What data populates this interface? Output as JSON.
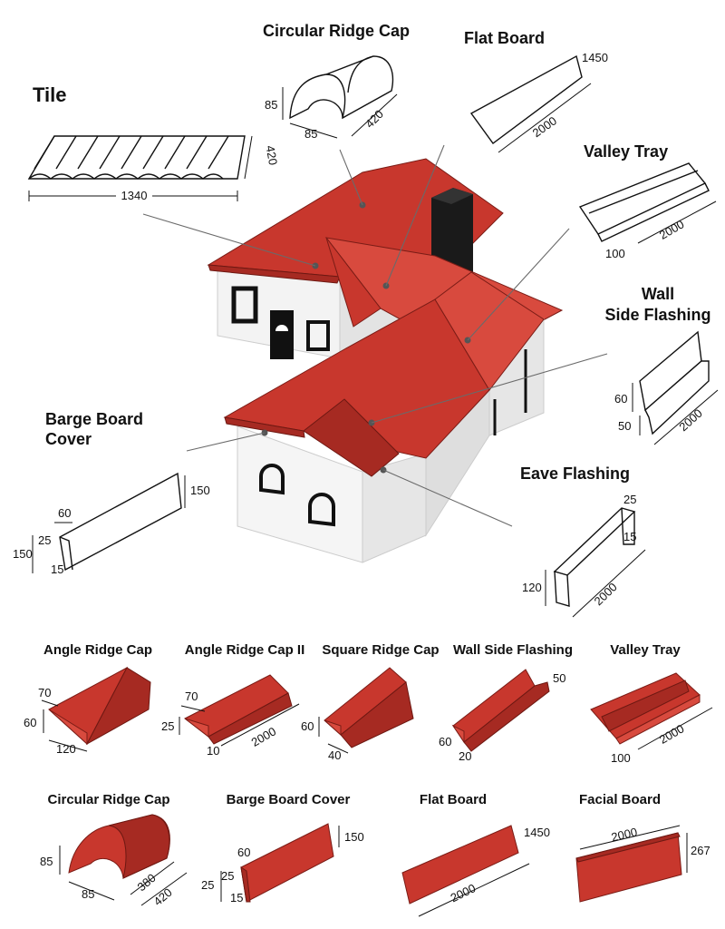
{
  "callouts": {
    "tile": {
      "label": "Tile",
      "dim_length": "1340",
      "dim_width": "420"
    },
    "circular_ridge_cap": {
      "label": "Circular Ridge Cap",
      "dim_h": "85",
      "dim_w": "85",
      "dim_l": "420"
    },
    "flat_board": {
      "label": "Flat Board",
      "dim_w": "1450",
      "dim_l": "2000"
    },
    "valley_tray": {
      "label": "Valley Tray",
      "dim_w": "100",
      "dim_l": "2000"
    },
    "wall_side_flashing": {
      "label_line1": "Wall",
      "label_line2": "Side Flashing",
      "dim_a": "60",
      "dim_b": "50",
      "dim_l": "2000"
    },
    "barge_board_cover": {
      "label_line1": "Barge Board",
      "label_line2": "Cover",
      "dim_top": "150",
      "dim_60": "60",
      "dim_25": "25",
      "dim_150": "150",
      "dim_15": "15"
    },
    "eave_flashing": {
      "label": "Eave Flashing",
      "dim_25": "25",
      "dim_15": "15",
      "dim_120": "120",
      "dim_l": "2000"
    }
  },
  "catalog_row1": [
    {
      "label": "Angle Ridge Cap",
      "dims": [
        "70",
        "60",
        "120"
      ]
    },
    {
      "label": "Angle Ridge Cap II",
      "dims": [
        "70",
        "25",
        "10",
        "2000"
      ]
    },
    {
      "label": "Square Ridge Cap",
      "dims": [
        "60",
        "40"
      ]
    },
    {
      "label": "Wall Side Flashing",
      "dims": [
        "50",
        "60",
        "20"
      ]
    },
    {
      "label": "Valley Tray",
      "dims": [
        "2000",
        "100"
      ]
    }
  ],
  "catalog_row2": [
    {
      "label": "Circular Ridge Cap",
      "dims": [
        "85",
        "85",
        "380",
        "420"
      ]
    },
    {
      "label": "Barge Board Cover",
      "dims": [
        "150",
        "60",
        "25",
        "25",
        "15"
      ]
    },
    {
      "label": "Flat Board",
      "dims": [
        "1450",
        "2000"
      ]
    },
    {
      "label": "Facial Board",
      "dims": [
        "2000",
        "267"
      ]
    }
  ],
  "colors": {
    "roof_red": "#c8372d",
    "wall_white": "#f2f2f2",
    "chimney": "#1a1a1a"
  }
}
